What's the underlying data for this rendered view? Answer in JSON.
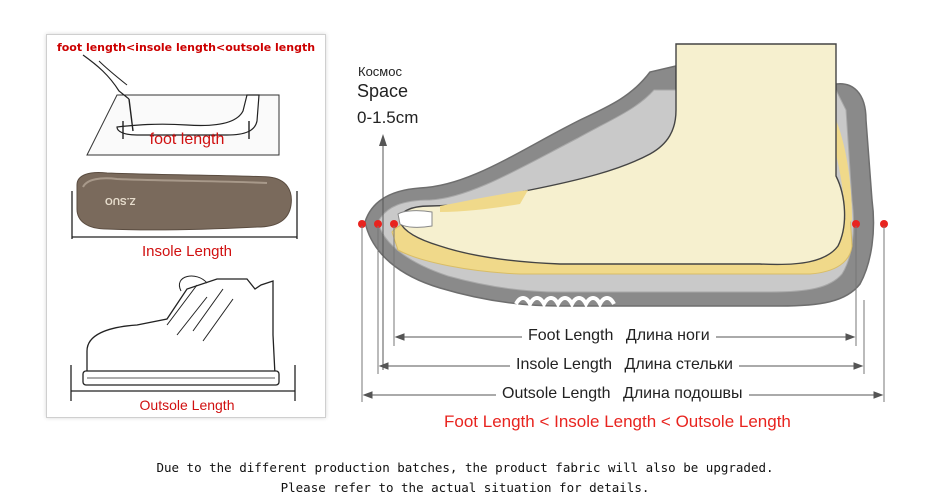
{
  "panel": {
    "title": "foot length<insole length<outsole length",
    "foot_label": "foot length",
    "insole_label": "Insole Length",
    "insole_brand": "Z.SUO",
    "outsole_label": "Outsole Length"
  },
  "space": {
    "ru": "Космос",
    "en": "Space",
    "range": "0-1.5cm"
  },
  "dimensions": [
    {
      "en": "Foot Length",
      "ru": "Длина ноги"
    },
    {
      "en": "Insole Length",
      "ru": "Длина стельки"
    },
    {
      "en": "Outsole Length",
      "ru": "Длина подошвы"
    }
  ],
  "comparison": "Foot Length < Insole Length < Outsole Length",
  "notes": [
    "Due to the different production batches, the product fabric will also be upgraded.",
    "Please refer to the actual situation for details."
  ],
  "colors": {
    "accent_red": "#e8241f",
    "shoe_gray": "#8a8a8a",
    "foot_cream": "#f6f0cf",
    "insole_yellow": "#f0d98a"
  }
}
